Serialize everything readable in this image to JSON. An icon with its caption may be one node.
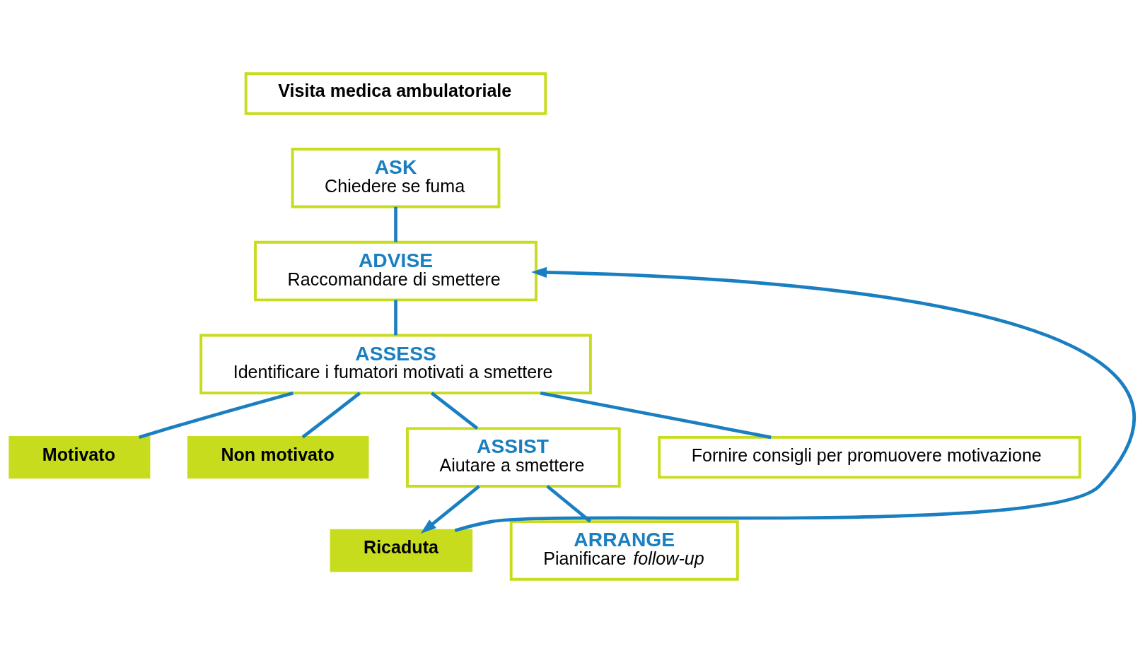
{
  "diagram": {
    "nodes": [
      {
        "text": [
          "Visita medica ambulatoriale"
        ]
      },
      {
        "text": [
          "ASK",
          "Chiedere se fuma"
        ]
      },
      {
        "text": [
          "ADVISE",
          "Raccomandare di smettere"
        ]
      },
      {
        "text": [
          "ASSESS",
          "Identificare i fumatori motivati a smettere"
        ]
      },
      {
        "text": [
          "Motivato"
        ]
      },
      {
        "text": [
          "Non motivato"
        ]
      },
      {
        "text": [
          "ASSIST",
          "Aiutare a smettere"
        ]
      },
      {
        "text": [
          "Fornire consigli per promuovere motivazione"
        ]
      },
      {
        "text": [
          "Ricaduta"
        ]
      },
      {
        "text": [
          "ARRANGE",
          "Pianificare *follow-up*"
        ]
      }
    ],
    "edges": [
      {
        "from": 1,
        "to": 2,
        "arrow": "none"
      },
      {
        "from": 2,
        "to": 3,
        "arrow": "none"
      },
      {
        "from": 3,
        "to": 4,
        "arrow": "none"
      },
      {
        "from": 3,
        "to": 5,
        "arrow": "none"
      },
      {
        "from": 3,
        "to": 6,
        "arrow": "none"
      },
      {
        "from": 3,
        "to": 7,
        "arrow": "none"
      },
      {
        "from": 6,
        "to": 9,
        "arrow": "none"
      },
      {
        "from": 6,
        "to": 8,
        "arrow": "to"
      },
      {
        "from": 8,
        "to": 2,
        "arrow": "to"
      }
    ]
  }
}
